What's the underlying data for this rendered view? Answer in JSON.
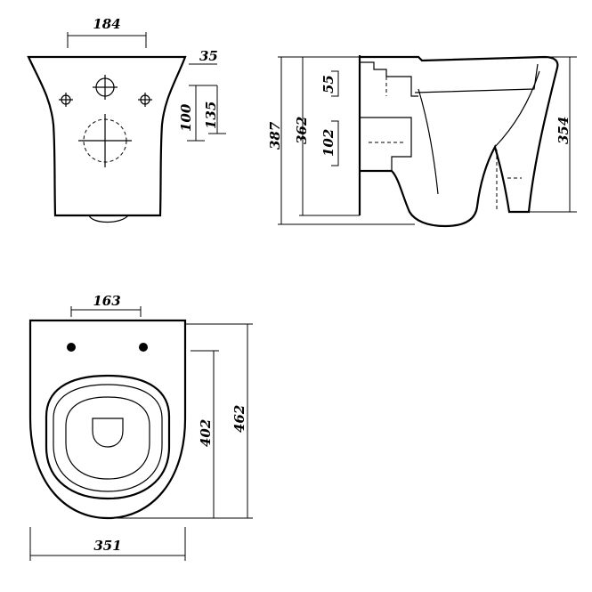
{
  "views": {
    "rear": {
      "dim_top_width": "184",
      "dim_outlet_offset": "35",
      "dim_spacing_small": "100",
      "dim_spacing_large": "135"
    },
    "side": {
      "dim_total_height": "387",
      "dim_body_height": "362",
      "dim_top_mount": "55",
      "dim_waste_outlet": "102",
      "dim_rim_height": "354"
    },
    "plan": {
      "dim_bolt_spacing": "163",
      "dim_overall_depth": "462",
      "dim_bowl_depth": "402",
      "dim_overall_width": "351"
    }
  }
}
